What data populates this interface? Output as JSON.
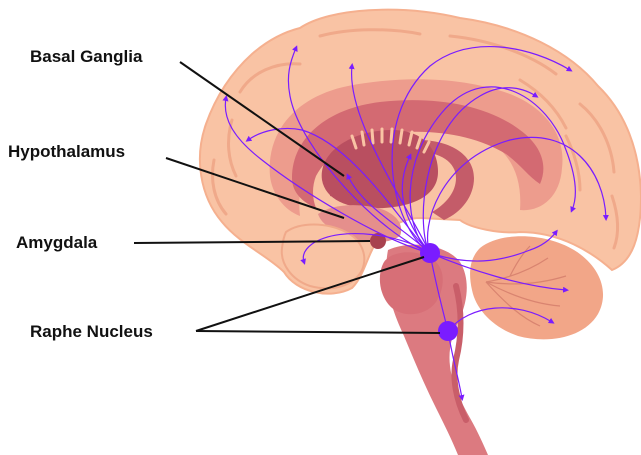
{
  "labels": {
    "basal_ganglia": "Basal Ganglia",
    "hypothalamus": "Hypothalamus",
    "amygdala": "Amygdala",
    "raphe_nucleus": "Raphe Nucleus"
  },
  "colors": {
    "cortex": "#f9c3a4",
    "cortex_outline": "#f5b08f",
    "cortex_fold": "#f0a98a",
    "limbic_band": "#ed9c8d",
    "cingulate": "#dd7f82",
    "corpus_callosum": "#d36a72",
    "basal_ganglia": "#b94f60",
    "thalamus": "#b24a5a",
    "brainstem": "#dc7a80",
    "cerebellum": "#f2a688",
    "amygdala": "#a8424f",
    "serotonin_pathway": "#7a1cff",
    "label_text": "#111111"
  },
  "icons": {
    "raphe_dot": "raphe-nucleus-dot-icon",
    "arrow": "projection-arrow-icon"
  }
}
